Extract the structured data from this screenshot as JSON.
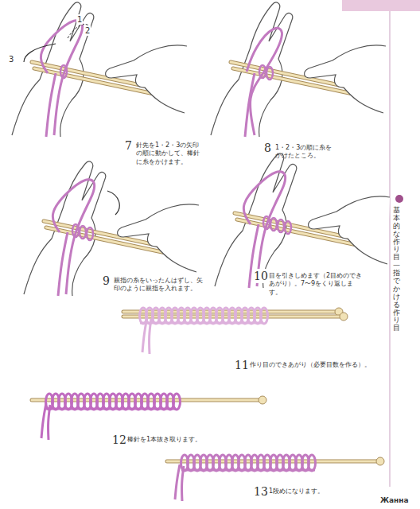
{
  "diagram": {
    "nodes": [
      {
        "text": [
          "基本的な作り目—指でかける作り目"
        ]
      }
    ],
    "labels": [
      "1",
      "2",
      "3",
      "7",
      "針先を1・2・3の矢印の順に動かして、棒針に糸をかけます。",
      "8",
      "1・2・3の順に糸をかけたところ。",
      "9",
      "親指の糸をいったんはずし、矢印のように親指を入れます。",
      "10",
      "目を引きしめます（2目めのできあがり）。7〜9をくり返します。",
      "11",
      "作り目のできあがり（必要目数を作る）。",
      "12",
      "棒針を1本抜き取ります。",
      "13",
      "1段めになります。",
      "Жанна"
    ]
  }
}
